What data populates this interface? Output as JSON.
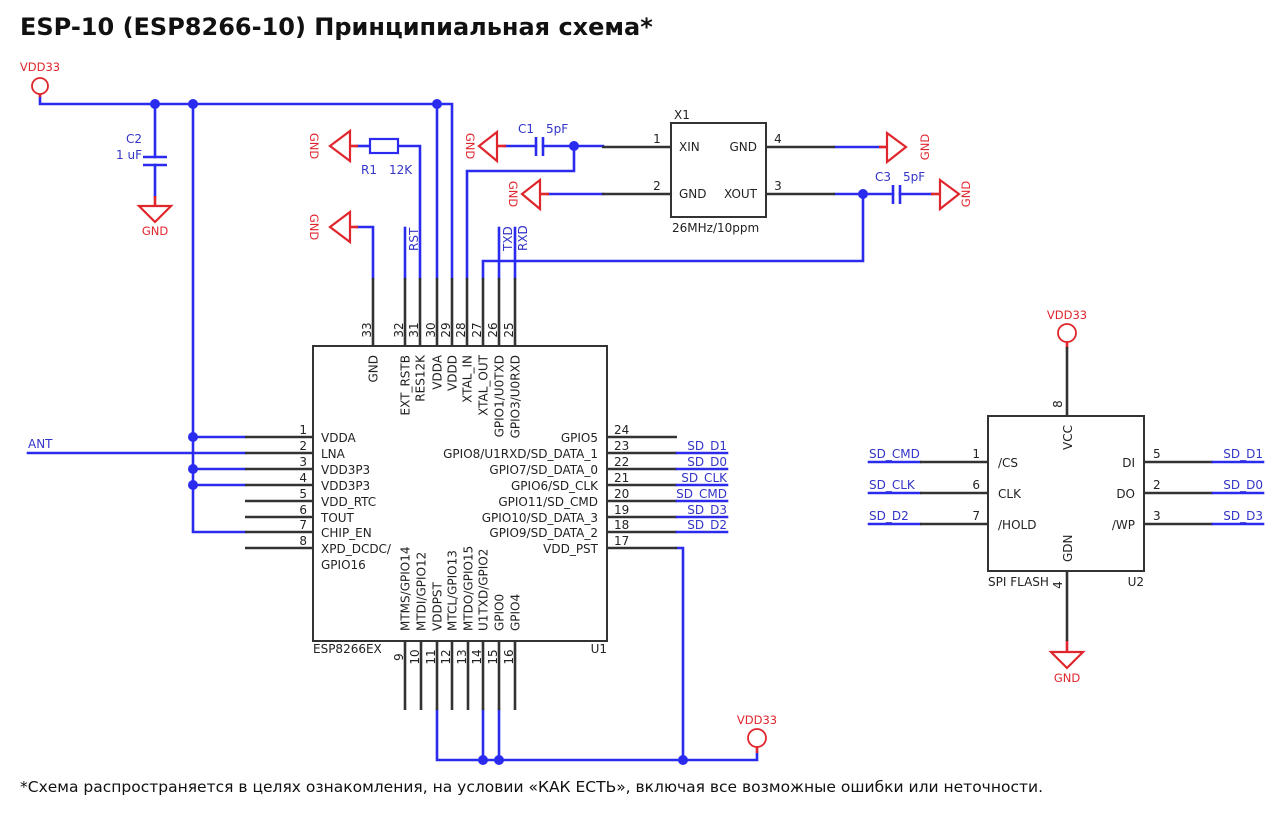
{
  "title": "ESP-10 (ESP8266-10) Принципиальная схема*",
  "footnote": "*Схема распространяется в целях ознакомления, на условии «КАК ЕСТЬ», включая все возможные ошибки или неточности.",
  "colors": {
    "wire": "#2b2bf0",
    "net_label": "#3434c8",
    "power": "#e0262d",
    "component": "#333333"
  },
  "symbols": {
    "vdd33": "VDD33",
    "gnd": "GND"
  },
  "nets": {
    "ant": "ANT",
    "rst": "RST",
    "txd": "TXD",
    "rxd": "RXD"
  },
  "c2": {
    "ref": "C2",
    "value": "1 uF"
  },
  "r1": {
    "ref": "R1",
    "value": "12K"
  },
  "c1": {
    "ref": "C1",
    "value": "5pF"
  },
  "c3": {
    "ref": "C3",
    "value": "5pF"
  },
  "x1": {
    "ref": "X1",
    "value": "26MHz/10ppm",
    "pins": [
      {
        "num": "1",
        "name": "XIN"
      },
      {
        "num": "2",
        "name": "GND"
      },
      {
        "num": "3",
        "name": "XOUT"
      },
      {
        "num": "4",
        "name": "GND"
      }
    ]
  },
  "u1": {
    "ref": "U1",
    "part": "ESP8266EX",
    "left_pins": [
      {
        "num": "1",
        "name": "VDDA"
      },
      {
        "num": "2",
        "name": "LNA"
      },
      {
        "num": "3",
        "name": "VDD3P3"
      },
      {
        "num": "4",
        "name": "VDD3P3"
      },
      {
        "num": "5",
        "name": "VDD_RTC"
      },
      {
        "num": "6",
        "name": "TOUT"
      },
      {
        "num": "7",
        "name": "CHIP_EN"
      },
      {
        "num": "8",
        "name": "XPD_DCDC/",
        "name2": "GPIO16"
      }
    ],
    "right_pins": [
      {
        "num": "24",
        "name": "GPIO5"
      },
      {
        "num": "23",
        "name": "GPIO8/U1RXD/SD_DATA_1",
        "net": "SD_D1"
      },
      {
        "num": "22",
        "name": "GPIO7/SD_DATA_0",
        "net": "SD_D0"
      },
      {
        "num": "21",
        "name": "GPIO6/SD_CLK",
        "net": "SD_CLK"
      },
      {
        "num": "20",
        "name": "GPIO11/SD_CMD",
        "net": "SD_CMD"
      },
      {
        "num": "19",
        "name": "GPIO10/SD_DATA_3",
        "net": "SD_D3"
      },
      {
        "num": "18",
        "name": "GPIO9/SD_DATA_2",
        "net": "SD_D2"
      },
      {
        "num": "17",
        "name": "VDD_PST"
      }
    ],
    "top_pins": [
      {
        "num": "33",
        "name": "GND"
      },
      {
        "num": "32",
        "name": "EXT_RSTB"
      },
      {
        "num": "31",
        "name": "RES12K"
      },
      {
        "num": "30",
        "name": "VDDA"
      },
      {
        "num": "29",
        "name": "VDDD"
      },
      {
        "num": "28",
        "name": "XTAL_IN"
      },
      {
        "num": "27",
        "name": "XTAL_OUT"
      },
      {
        "num": "26",
        "name": "GPIO1/U0TXD"
      },
      {
        "num": "25",
        "name": "GPIO3/U0RXD"
      }
    ],
    "bottom_pins": [
      {
        "num": "9",
        "name": "MTMS/GPIO14"
      },
      {
        "num": "10",
        "name": "MTDI/GPIO12"
      },
      {
        "num": "11",
        "name": "VDDPST"
      },
      {
        "num": "12",
        "name": "MTCL/GPIO13"
      },
      {
        "num": "13",
        "name": "MTDO/GPIO15"
      },
      {
        "num": "14",
        "name": "U1TXD/GPIO2"
      },
      {
        "num": "15",
        "name": "GPIO0"
      },
      {
        "num": "16",
        "name": "GPIO4"
      }
    ]
  },
  "u2": {
    "ref": "U2",
    "part": "SPI FLASH",
    "top_pin": {
      "num": "8",
      "name": "VCC"
    },
    "bottom_pin": {
      "num": "4",
      "name": "GDN"
    },
    "left_pins": [
      {
        "num": "1",
        "name": "/CS",
        "net": "SD_CMD"
      },
      {
        "num": "6",
        "name": "CLK",
        "net": "SD_CLK"
      },
      {
        "num": "7",
        "name": "/HOLD",
        "net": "SD_D2"
      }
    ],
    "right_pins": [
      {
        "num": "5",
        "name": "DI",
        "net": "SD_D1"
      },
      {
        "num": "2",
        "name": "DO",
        "net": "SD_D0"
      },
      {
        "num": "3",
        "name": "/WP",
        "net": "SD_D3"
      }
    ]
  }
}
